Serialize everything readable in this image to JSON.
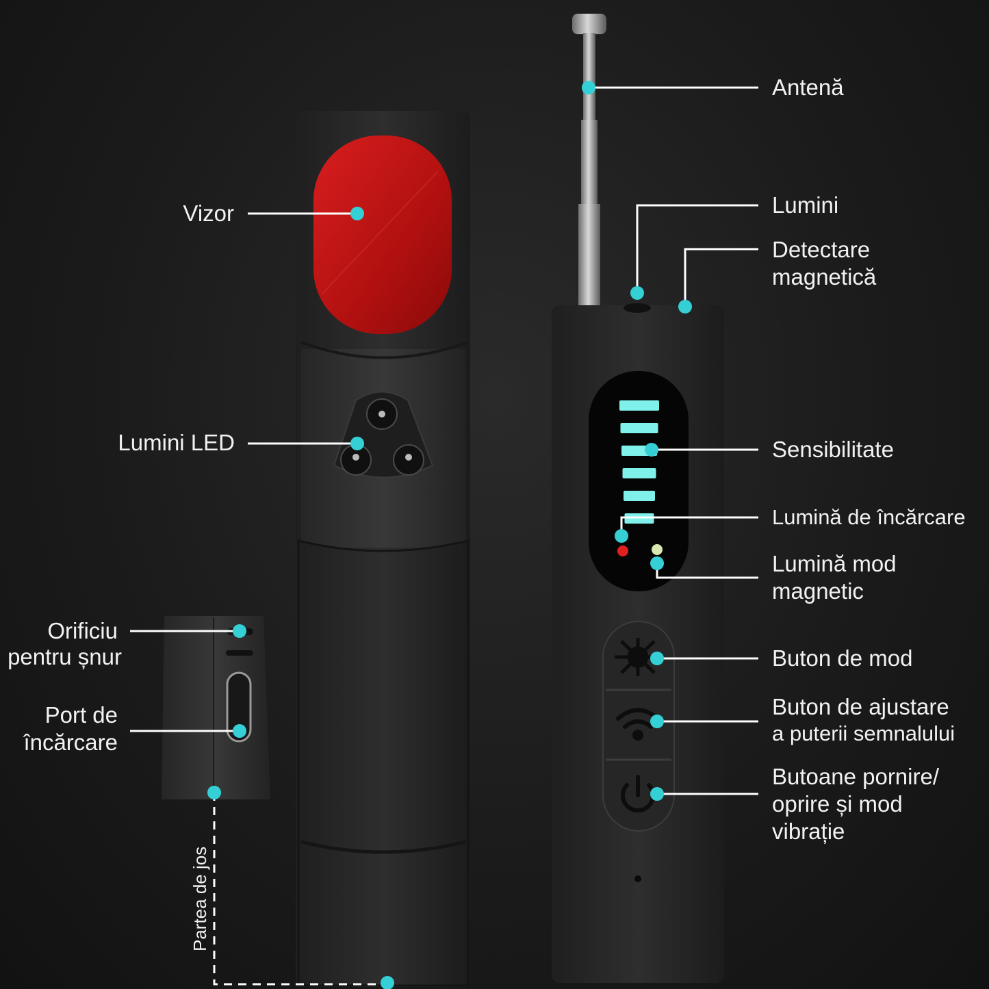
{
  "colors": {
    "background": "#1b1b1b",
    "device_body": "#2f2f2f",
    "viewfinder": "#c01515",
    "marker": "#35d0d6",
    "leader_line": "#ffffff",
    "display_bar": "#7ff0ea"
  },
  "labels": {
    "antenna": "Antenă",
    "lights": "Lumini",
    "magnetic_detection_1": "Detectare",
    "magnetic_detection_2": "magnetică",
    "viewfinder": "Vizor",
    "led_lights": "Lumini LED",
    "sensitivity": "Sensibilitate",
    "charging_light": "Lumină de încărcare",
    "magnetic_mode_light_1": "Lumină mod",
    "magnetic_mode_light_2": "magnetic",
    "lanyard_hole_1": "Orificiu",
    "lanyard_hole_2": "pentru șnur",
    "mode_button": "Buton de mod",
    "signal_button_1": "Buton de ajustare",
    "signal_button_2": "a puterii semnalului",
    "charging_port_1": "Port de",
    "charging_port_2": "încărcare",
    "power_button_1": "Butoane pornire/",
    "power_button_2": "oprire și mod",
    "power_button_3": "vibrație",
    "bottom_part": "Partea de jos"
  },
  "icons": {
    "mode": "sun-burst-icon",
    "signal": "wifi-signal-icon",
    "power": "power-icon"
  },
  "sensitivity_levels": 6
}
